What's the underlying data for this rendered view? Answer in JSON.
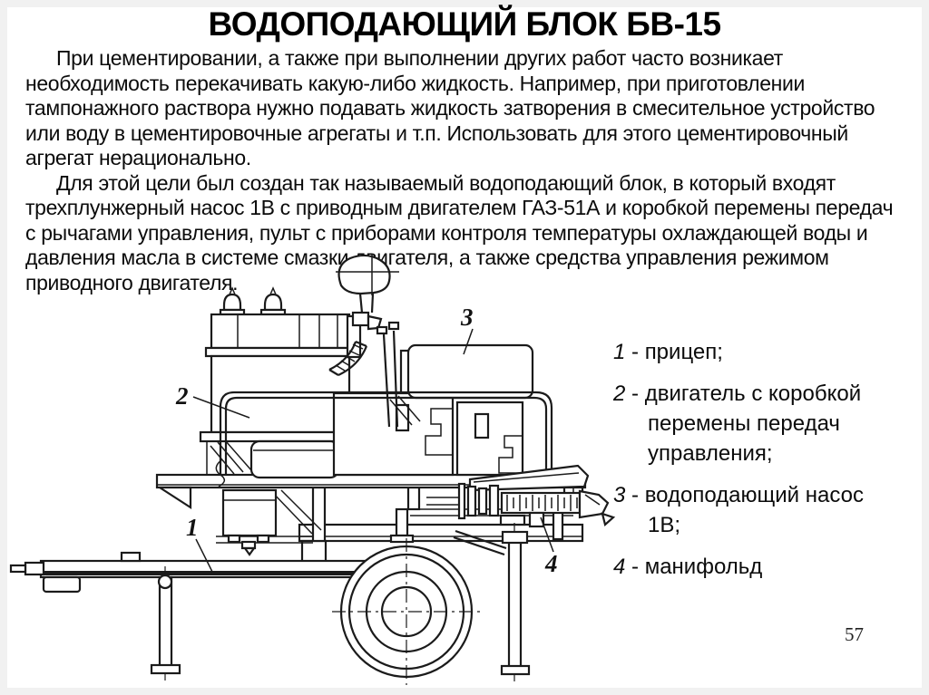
{
  "slide": {
    "title": "ВОДОПОДАЮЩИЙ БЛОК БВ-15",
    "page_number": "57"
  },
  "paragraphs": [
    "При цементировании, а также при выполнении других работ часто возникает необходимость перекачивать какую-либо жидкость. Например, при приготовлении тампонажного раствора нужно подавать жидкость затворения в смесительное устройство или воду в цементировочные агрегаты и т.п. Использовать для этого цементировочный агрегат нерационально.",
    "Для этой цели был создан так называемый водоподающий блок, в который входят трехплунжерный насос 1В с приводным двигателем ГАЗ-51А и коробкой перемены передач с рычагами управления, пульт с приборами контроля температуры охлаждающей воды и давления масла в системе смазки двигателя, а также средства управления режимом приводного двигателя."
  ],
  "figure": {
    "labels": [
      "1",
      "2",
      "3",
      "4"
    ]
  },
  "legend": {
    "separator": " - ",
    "items": [
      {
        "num": "1",
        "text": "прицеп;"
      },
      {
        "num": "2",
        "text": "двигатель с коробкой перемены передач управления;"
      },
      {
        "num": "3",
        "text": "водоподающий насос 1В;"
      },
      {
        "num": "4",
        "text": "манифольд"
      }
    ]
  }
}
